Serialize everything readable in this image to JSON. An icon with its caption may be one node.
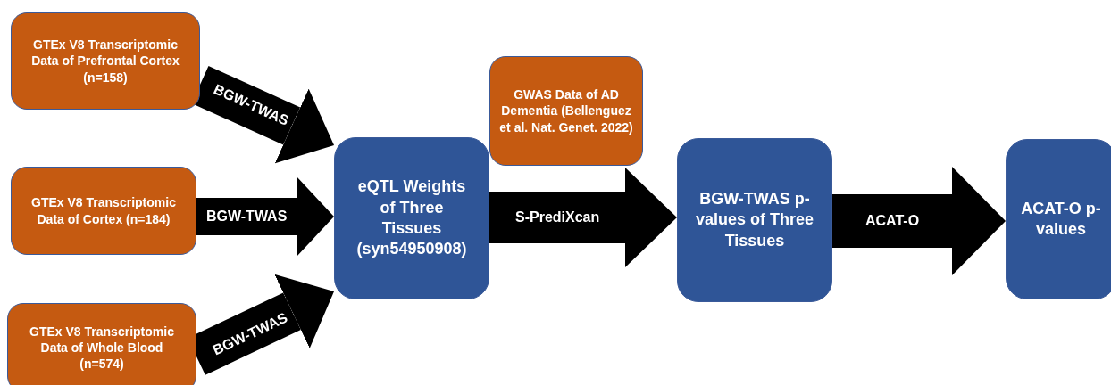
{
  "diagram": {
    "nodes": [
      {
        "text": [
          "GTEx V8 Transcriptomic Data of Prefrontal Cortex (n=158)"
        ]
      },
      {
        "text": [
          "GTEx V8 Transcriptomic Data of Cortex (n=184)"
        ]
      },
      {
        "text": [
          "GTEx V8 Transcriptomic Data of Whole Blood (n=574)"
        ]
      },
      {
        "text": [
          "eQTL Weights of Three Tissues (syn54950908)"
        ]
      },
      {
        "text": [
          "GWAS Data of AD Dementia (Bellenguez et al. Nat. Genet. 2022)"
        ]
      },
      {
        "text": [
          "BGW-TWAS p-values of Three Tissues"
        ]
      },
      {
        "text": [
          "ACAT-O p-values"
        ]
      }
    ],
    "edges": [
      {
        "from": 0,
        "to": 3,
        "arrow": "to",
        "label": "BGW-TWAS"
      },
      {
        "from": 1,
        "to": 3,
        "arrow": "to",
        "label": "BGW-TWAS"
      },
      {
        "from": 2,
        "to": 3,
        "arrow": "to",
        "label": "BGW-TWAS"
      },
      {
        "from": 3,
        "to": 5,
        "arrow": "to",
        "label": "S-PrediXcan"
      },
      {
        "from": 5,
        "to": 6,
        "arrow": "to",
        "label": "ACAT-O"
      }
    ]
  }
}
